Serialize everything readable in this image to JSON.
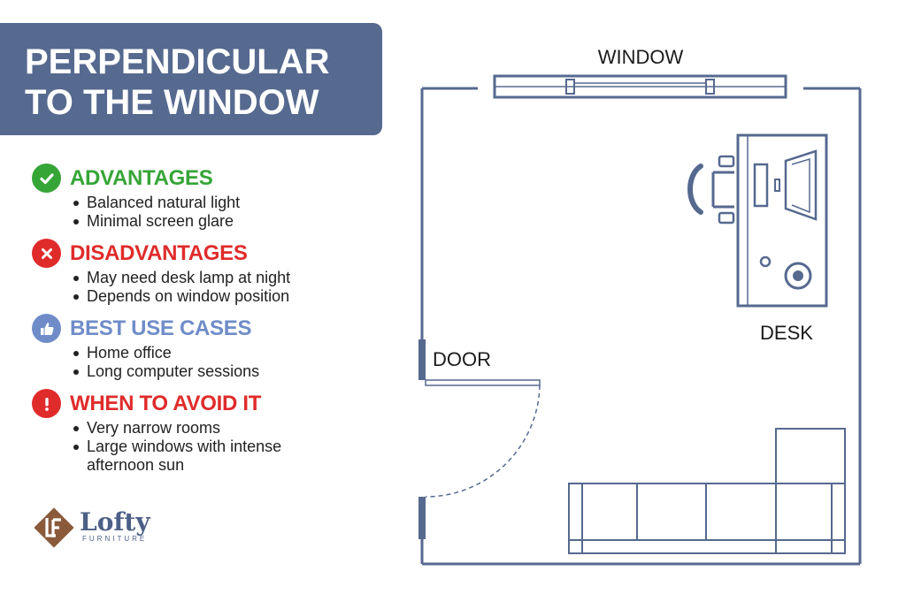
{
  "title": {
    "line1": "PERPENDICULAR",
    "line2": "TO THE WINDOW"
  },
  "sections": [
    {
      "key": "advantages",
      "title": "ADVANTAGES",
      "icon": "check-circle-icon",
      "color": "#36a537",
      "items": [
        "Balanced natural light",
        "Minimal screen glare"
      ]
    },
    {
      "key": "disadvantages",
      "title": "DISADVANTAGES",
      "icon": "x-circle-icon",
      "color": "#e02b2b",
      "items": [
        "May need desk lamp at night",
        "Depends on window position"
      ]
    },
    {
      "key": "best_use_cases",
      "title": "BEST USE CASES",
      "icon": "thumbs-up-icon",
      "color": "#6f8cc9",
      "items": [
        "Home office",
        "Long computer sessions"
      ]
    },
    {
      "key": "when_to_avoid",
      "title": "WHEN TO AVOID IT",
      "icon": "exclamation-circle-icon",
      "color": "#e02b2b",
      "items": [
        "Very narrow rooms",
        "Large windows with intense",
        "afternoon sun"
      ]
    }
  ],
  "logo": {
    "name": "Lofty",
    "subtitle": "FURNITURE",
    "color": "#4c6087"
  },
  "floorplan": {
    "window_label": "WINDOW",
    "desk_label": "DESK",
    "door_label": "DOOR",
    "line_color": "#56698f"
  }
}
